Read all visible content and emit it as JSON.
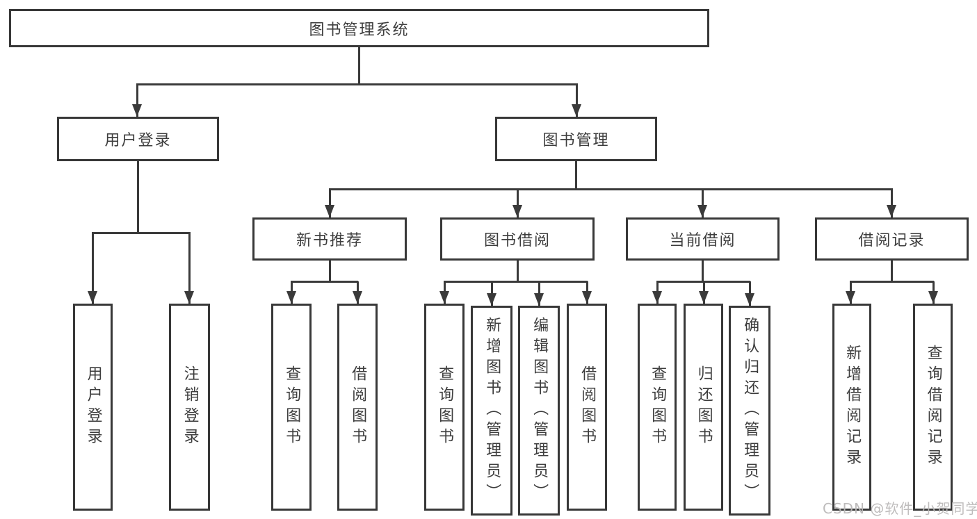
{
  "diagram": {
    "root": {
      "label": "图书管理系统"
    },
    "level2": {
      "user_login": {
        "label": "用户登录"
      },
      "book_management": {
        "label": "图书管理"
      }
    },
    "level3": {
      "new_book_recommend": {
        "label": "新书推荐"
      },
      "book_borrow": {
        "label": "图书借阅"
      },
      "current_borrow": {
        "label": "当前借阅"
      },
      "borrow_records": {
        "label": "借阅记录"
      }
    },
    "leaves": {
      "user_login": [
        "用户登录",
        "注销登录"
      ],
      "new_book_recommend": [
        "查询图书",
        "借阅图书"
      ],
      "book_borrow": [
        "查询图书",
        "新增图书（管理员）",
        "编辑图书（管理员）",
        "借阅图书"
      ],
      "current_borrow": [
        "查询图书",
        "归还图书",
        "确认归还（管理员）"
      ],
      "borrow_records": [
        "新增借阅记录",
        "查询借阅记录"
      ]
    }
  },
  "watermark": {
    "text": "CSDN @软件_小贺同学"
  },
  "colors": {
    "line": "#3a3a3a",
    "text": "#3d3d3d",
    "background": "#ffffff",
    "watermark": "#bbb8b8"
  }
}
